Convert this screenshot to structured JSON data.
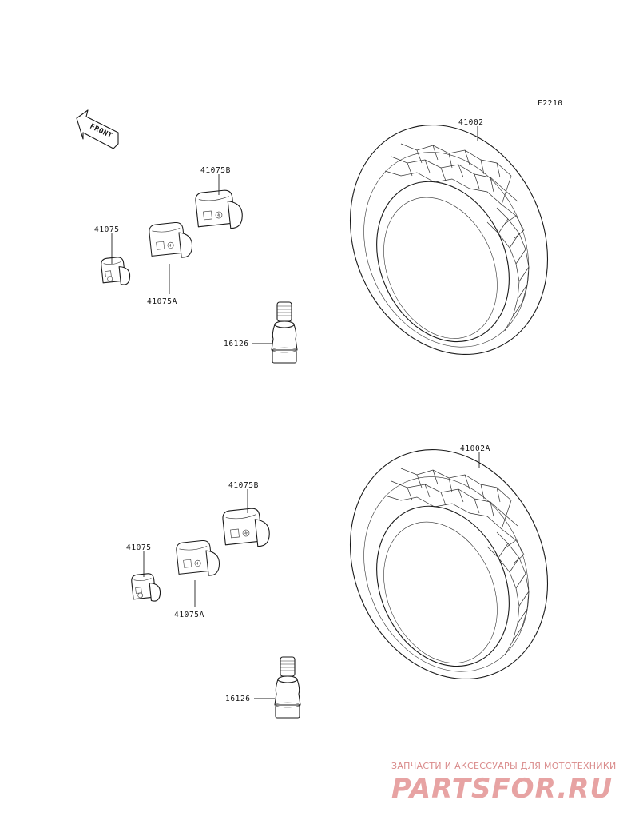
{
  "diagram_code": "F2210",
  "front_label": "FRONT",
  "parts": {
    "tire_upper": "41002",
    "tire_lower": "41002A",
    "weight_upper_b": "41075B",
    "weight_upper": "41075",
    "weight_upper_a": "41075A",
    "valve_upper": "16126",
    "weight_lower_b": "41075B",
    "weight_lower": "41075",
    "weight_lower_a": "41075A",
    "valve_lower": "16126"
  },
  "watermark": {
    "caption": "ЗАПЧАСТИ И АКСЕССУАРЫ ДЛЯ МОТОТЕХНИКИ",
    "logo_text": "PARTSFOR.RU"
  },
  "colors": {
    "line": "#1a1a1a",
    "watermark": "#e7a3a3"
  }
}
